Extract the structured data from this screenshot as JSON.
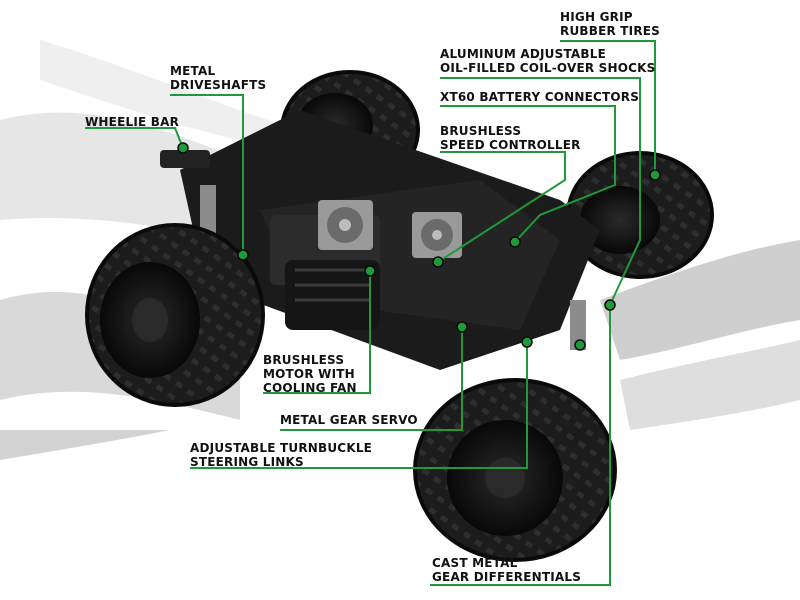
{
  "colors": {
    "accent": "#1f9a3a",
    "text": "#111111",
    "truck_body": "#1a1a1a",
    "background_smear": "#c8c8c8"
  },
  "callouts": {
    "high_grip": [
      "HIGH GRIP",
      "RUBBER TIRES"
    ],
    "shocks": [
      "ALUMINUM ADJUSTABLE",
      "OIL-FILLED COIL-OVER SHOCKS"
    ],
    "xt60": [
      "XT60 BATTERY CONNECTORS"
    ],
    "esc": [
      "BRUSHLESS",
      "SPEED CONTROLLER"
    ],
    "driveshafts": [
      "METAL",
      "DRIVESHAFTS"
    ],
    "wheelie": [
      "WHEELIE BAR"
    ],
    "motor": [
      "BRUSHLESS",
      "MOTOR WITH",
      "COOLING FAN"
    ],
    "servo": [
      "METAL GEAR SERVO"
    ],
    "turnbuckle": [
      "ADJUSTABLE TURNBUCKLE",
      "STEERING LINKS"
    ],
    "diffs": [
      "CAST METAL",
      "GEAR DIFFERENTIALS"
    ]
  }
}
